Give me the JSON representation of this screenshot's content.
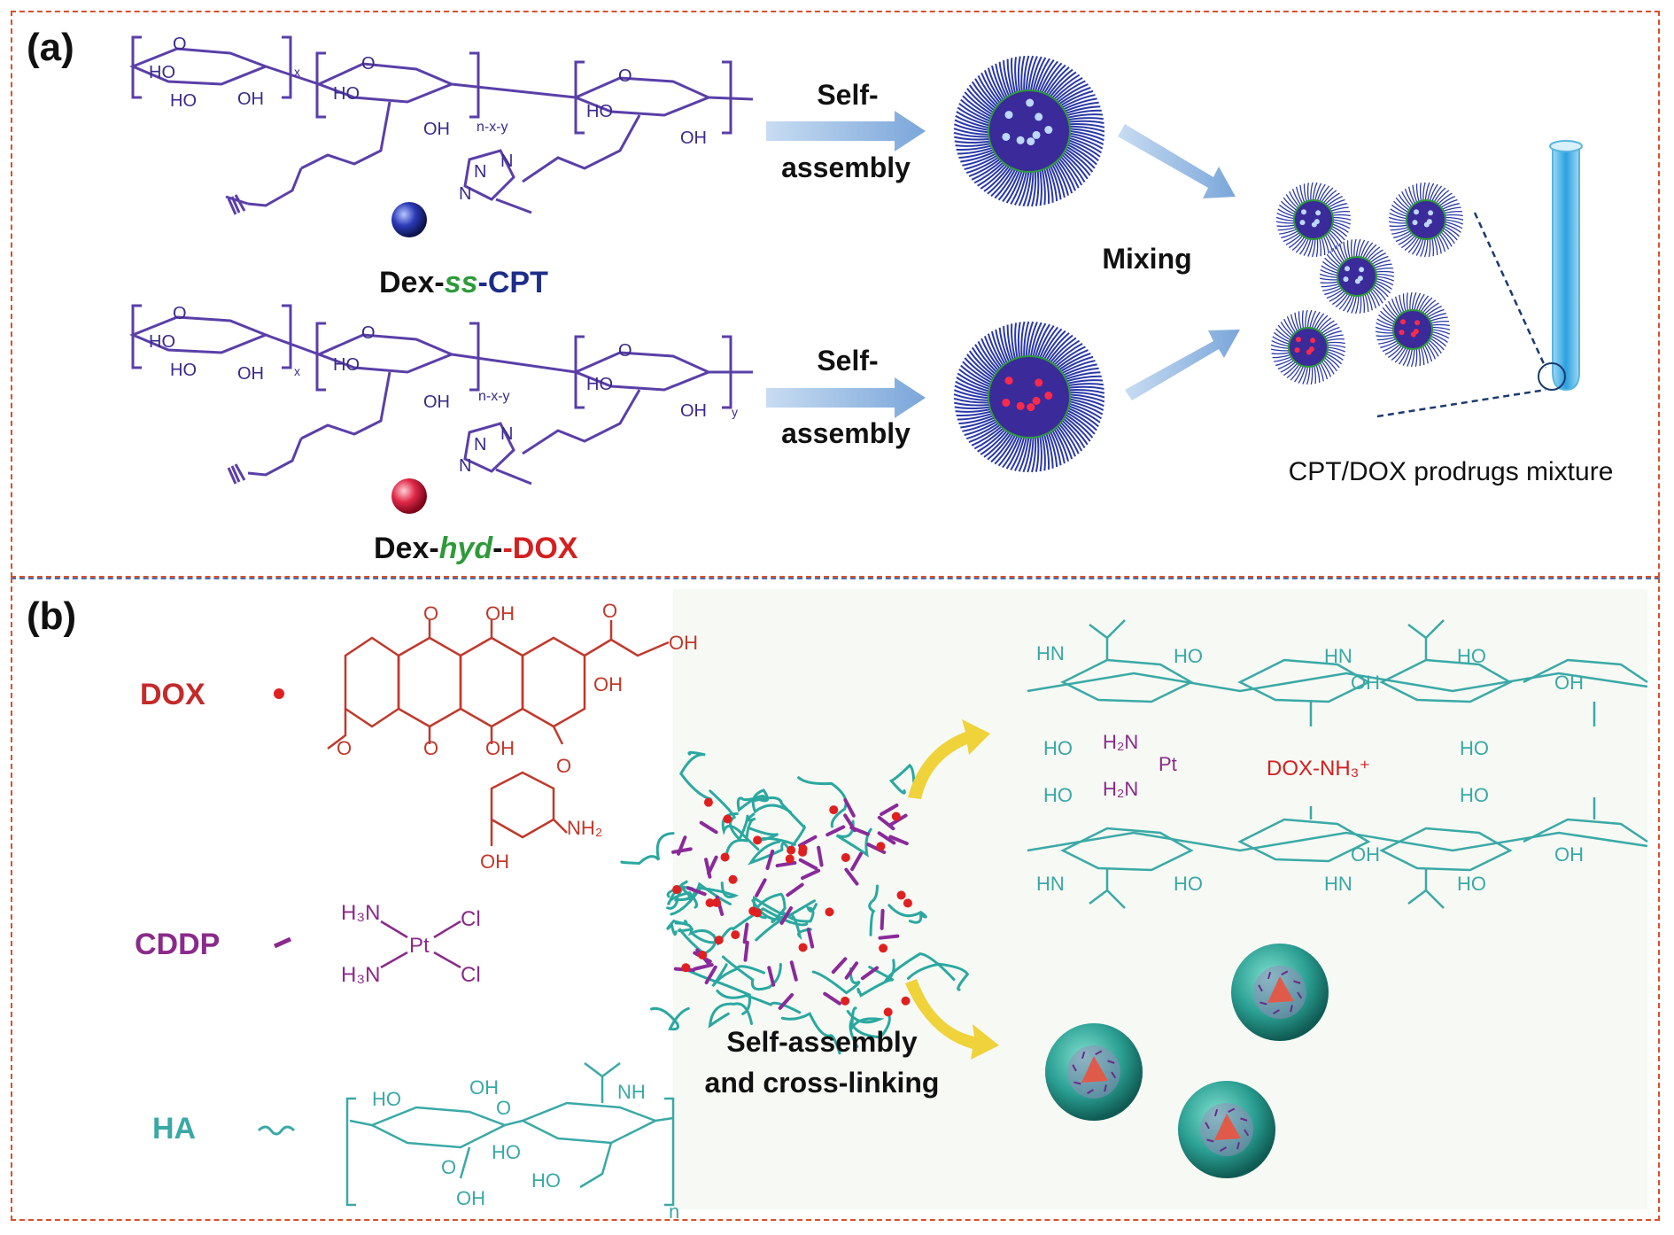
{
  "panel_a": {
    "label": "(a)",
    "polymer1_name": {
      "p1": "Dex-",
      "p2": "ss",
      "p3": "-CPT"
    },
    "polymer2_name": {
      "p1": "Dex-",
      "p2": "hyd",
      "p3": "-DOX"
    },
    "arrow1_line1": "Self-",
    "arrow1_line2": "assembly",
    "arrow2_line1": "Self-",
    "arrow2_line2": "assembly",
    "mixing_label": "Mixing",
    "mixture_label": "CPT/DOX prodrugs mixture",
    "sub_x": "x",
    "sub_nxy": "n-x-y",
    "sub_y": "y",
    "ho": "HO",
    "oh": "OH",
    "o": "O",
    "n": "N"
  },
  "panel_b": {
    "label": "(b)",
    "dox_label": "DOX",
    "cddp_label": "CDDP",
    "ha_label": "HA",
    "process_line1": "Self-assembly",
    "process_line2": "and cross-linking",
    "cddp_h3n": "H₃N",
    "cddp_pt": "Pt",
    "cddp_cl": "Cl",
    "dox_oh": "OH",
    "dox_o": "O",
    "dox_nh2": "NH₂",
    "ha_nh": "NH",
    "ha_n": "n",
    "xl_hn": "HN",
    "xl_h2n": "H₂N",
    "xl_pt": "Pt",
    "xl_doxnh3": "DOX-NH₃⁺",
    "xl_ho": "HO",
    "xl_oh": "OH"
  },
  "colors": {
    "purple": "#5a3fa8",
    "dark_blue": "#1c2d8a",
    "green": "#2e9a3a",
    "red": "#d42020",
    "teal": "#3aa9a6",
    "magenta": "#8a2a8a",
    "arrow_blue": "#8fb4de",
    "arrow_yellow": "#f0d23a",
    "frame": "#d9502a"
  }
}
